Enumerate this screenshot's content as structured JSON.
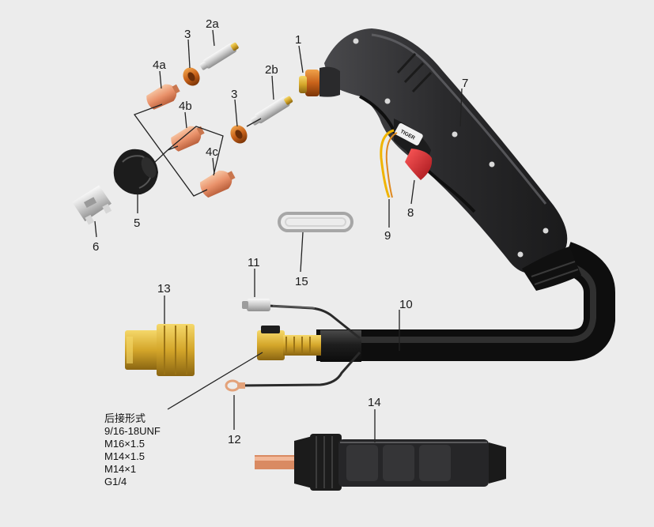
{
  "labels": {
    "p1": "1",
    "p2a": "2a",
    "p2b": "2b",
    "p3a": "3",
    "p3b": "3",
    "p4a": "4a",
    "p4b": "4b",
    "p4c": "4c",
    "p5": "5",
    "p6": "6",
    "p7": "7",
    "p8": "8",
    "p9": "9",
    "p10": "10",
    "p11": "11",
    "p12": "12",
    "p13": "13",
    "p14": "14",
    "p15": "15"
  },
  "trigger_brand": "TIGER",
  "note_lines": [
    "后接形式",
    "9/16-18UNF",
    "M16×1.5",
    "M14×1.5",
    "M14×1",
    "G1/4"
  ],
  "colors": {
    "background": "#ececec",
    "torch_body": "#2e2e30",
    "trigger": "#d8262c",
    "copper": "#e08a5a",
    "brass": "#d4a62a",
    "cable": "#1c1c1c",
    "wire_yellow": "#f0b400"
  }
}
